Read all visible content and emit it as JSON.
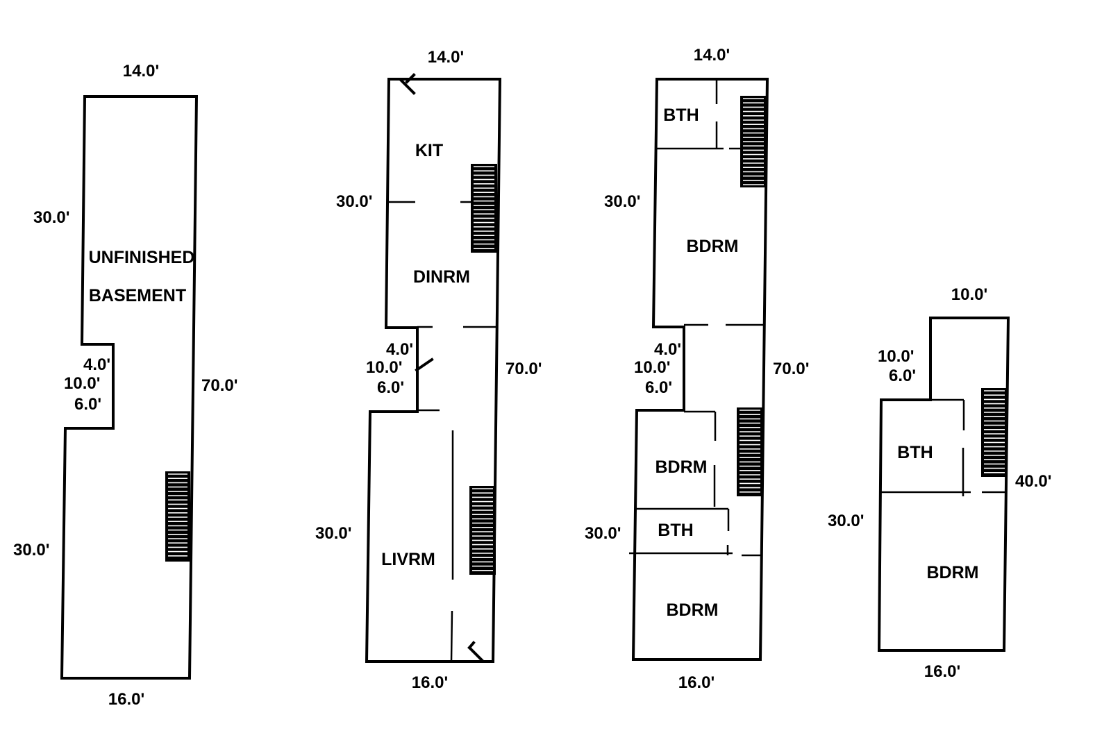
{
  "floors": [
    {
      "id": "basement",
      "dims": {
        "top": "14.0'",
        "upper_left": "30.0'",
        "notch_a": "4.0'",
        "notch_b": "10.0'",
        "notch_c": "6.0'",
        "right": "70.0'",
        "lower_left": "30.0'",
        "bottom": "16.0'"
      },
      "rooms": [
        "UNFINISHED",
        "BASEMENT"
      ]
    },
    {
      "id": "first-floor",
      "dims": {
        "top": "14.0'",
        "upper_left": "30.0'",
        "notch_a": "4.0'",
        "notch_b": "10.0'",
        "notch_c": "6.0'",
        "right": "70.0'",
        "lower_left": "30.0'",
        "bottom": "16.0'"
      },
      "rooms": [
        "KIT",
        "DINRM",
        "LIVRM"
      ]
    },
    {
      "id": "second-floor",
      "dims": {
        "top": "14.0'",
        "upper_left": "30.0'",
        "notch_a": "4.0'",
        "notch_b": "10.0'",
        "notch_c": "6.0'",
        "right": "70.0'",
        "lower_left": "30.0'",
        "bottom": "16.0'"
      },
      "rooms": [
        "BTH",
        "BDRM",
        "BDRM",
        "BTH",
        "BDRM"
      ]
    },
    {
      "id": "third-floor",
      "dims": {
        "top": "10.0'",
        "notch_b": "10.0'",
        "notch_c": "6.0'",
        "right": "40.0'",
        "left": "30.0'",
        "bottom": "16.0'"
      },
      "rooms": [
        "BTH",
        "BDRM"
      ]
    }
  ]
}
